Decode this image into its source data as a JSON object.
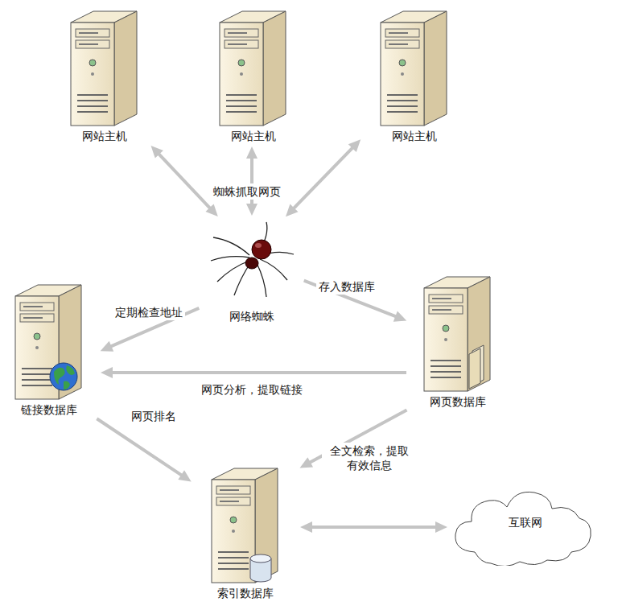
{
  "diagram": {
    "nodes": [
      {
        "text": [
          "网站主机"
        ]
      },
      {
        "text": [
          "网站主机"
        ]
      },
      {
        "text": [
          "网站主机"
        ]
      },
      {
        "text": [
          "网络蜘蛛"
        ]
      },
      {
        "text": [
          "链接数据库"
        ]
      },
      {
        "text": [
          "网页数据库"
        ]
      },
      {
        "text": [
          "索引数据库"
        ]
      },
      {
        "text": [
          "互联网"
        ]
      }
    ],
    "edges": [
      {
        "from": 0,
        "to": 3,
        "arrow": "both"
      },
      {
        "from": 1,
        "to": 3,
        "label": "蜘蛛抓取网页",
        "arrow": "both"
      },
      {
        "from": 2,
        "to": 3,
        "arrow": "both"
      },
      {
        "from": 3,
        "to": 4,
        "label": "定期检查地址",
        "arrow": "to"
      },
      {
        "from": 3,
        "to": 5,
        "label": "存入数据库",
        "arrow": "to"
      },
      {
        "from": 5,
        "to": 4,
        "label": "网页分析，提取链接",
        "arrow": "to"
      },
      {
        "from": 4,
        "to": 6,
        "label": "网页排名",
        "arrow": "to"
      },
      {
        "from": 5,
        "to": 6,
        "label": "全文检索，提取 有效信息",
        "arrow": "to"
      },
      {
        "from": 6,
        "to": 7,
        "arrow": "both"
      }
    ]
  }
}
